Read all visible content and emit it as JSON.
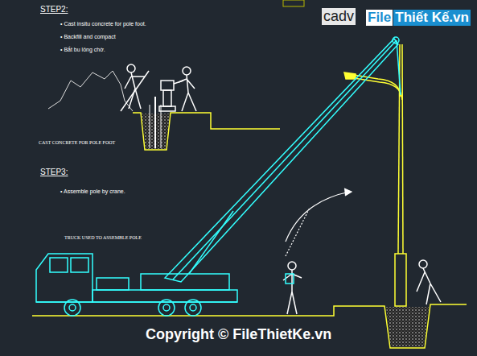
{
  "diagram": {
    "labels": [
      "STEP2:",
      "• Cast insitu concrete for pole foot.",
      "• Backfill and compact",
      "• Bắt bu lông chờ.",
      "CAST CONCRETE FOR POLE FOOT",
      "STEP3:",
      "• Assemble pole by crane.",
      "TRUCK USED TO ASSEMBLE POLE",
      "cadv",
      "File",
      "Thiết Kế.vn",
      "Copyright © FileThietKe.vn"
    ]
  }
}
